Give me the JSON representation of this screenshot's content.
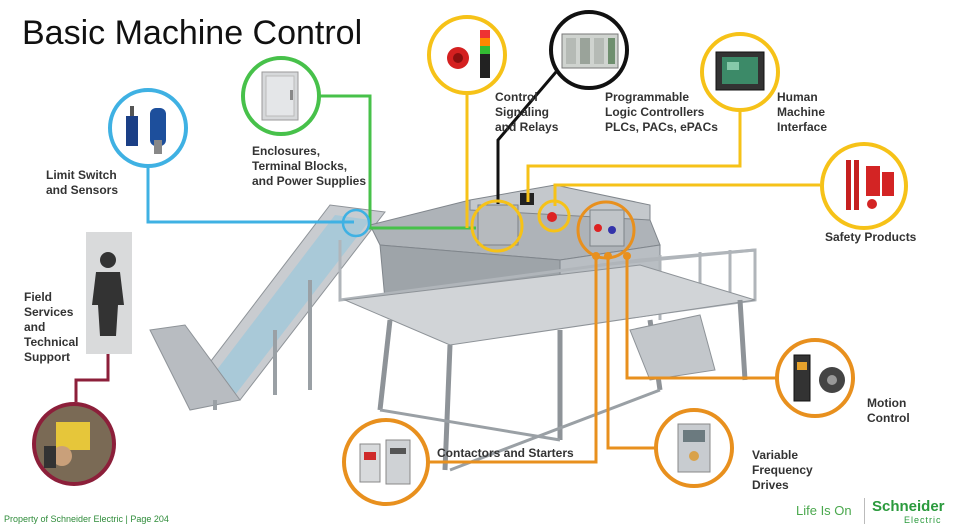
{
  "title": "Basic Machine Control",
  "labels": {
    "limit_switch": "Limit Switch\nand Sensors",
    "enclosures": "Enclosures,\nTerminal Blocks,\nand Power Supplies",
    "control_signaling": "Control\nSignaling\nand Relays",
    "plc": "Programmable\nLogic Controllers\nPLCs, PACs, ePACs",
    "hmi": "Human\nMachine\nInterface",
    "safety": "Safety Products",
    "field_services": "Field\nServices\nand\nTechnical\nSupport",
    "motion": "Motion\nControl",
    "vfd": "Variable\nFrequency\nDrives",
    "contactors": "Contactors and Starters"
  },
  "footer": {
    "property": "Property of Schneider Electric | Page 204",
    "slogan": "Life Is On",
    "brand": "Schneider",
    "brand_sub": "Electric"
  },
  "colors": {
    "blue": "#3fb1e3",
    "green": "#47c14a",
    "yellow": "#f6c218",
    "black": "#111111",
    "orange": "#e8901e",
    "maroon": "#8c1f3a"
  }
}
